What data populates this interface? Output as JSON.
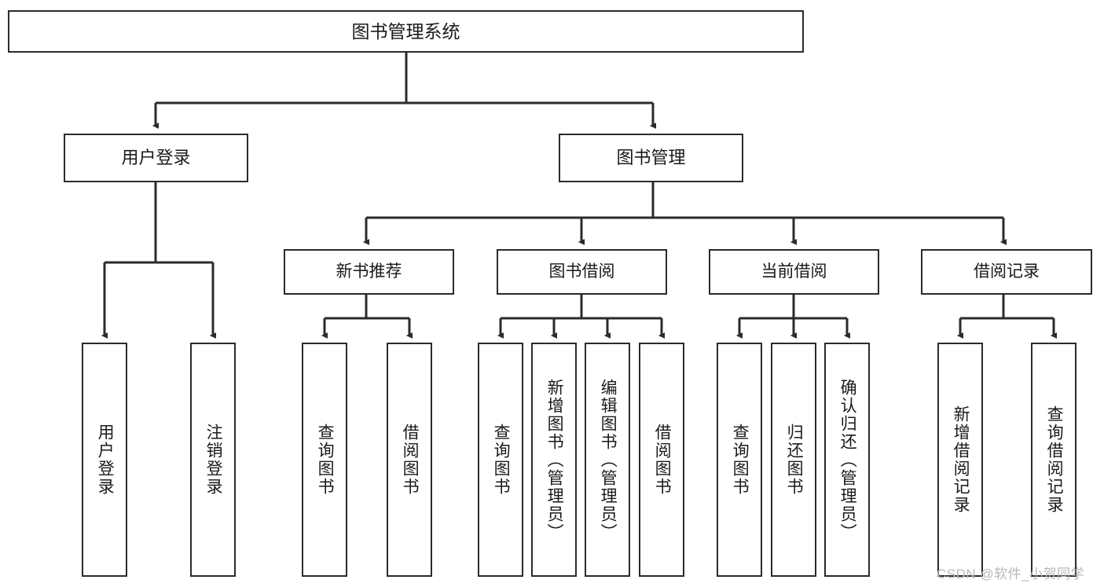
{
  "diagram": {
    "title": "图书管理系统",
    "root": {
      "label": "图书管理系统"
    },
    "level2": [
      {
        "label": "用户登录"
      },
      {
        "label": "图书管理"
      }
    ],
    "level3": [
      {
        "label": "新书推荐"
      },
      {
        "label": "图书借阅"
      },
      {
        "label": "当前借阅"
      },
      {
        "label": "借阅记录"
      }
    ],
    "leaves": {
      "user_login": [
        {
          "label": "用户登录"
        },
        {
          "label": "注销登录"
        }
      ],
      "new_book_recommend": [
        {
          "label": "查询图书"
        },
        {
          "label": "借阅图书"
        }
      ],
      "book_borrow": [
        {
          "label": "查询图书"
        },
        {
          "label": "新增图书（管理员）"
        },
        {
          "label": "编辑图书（管理员）"
        },
        {
          "label": "借阅图书"
        }
      ],
      "current_borrow": [
        {
          "label": "查询图书"
        },
        {
          "label": "归还图书"
        },
        {
          "label": "确认归还（管理员）"
        }
      ],
      "borrow_record": [
        {
          "label": "新增借阅记录"
        },
        {
          "label": "查询借阅记录"
        }
      ]
    }
  },
  "watermark": {
    "text": "CSDN @软件_小贺同学"
  },
  "colors": {
    "border": "#2b2b2b",
    "background": "#ffffff",
    "text": "#1a1a1a",
    "watermark": "#b9b9b9"
  }
}
